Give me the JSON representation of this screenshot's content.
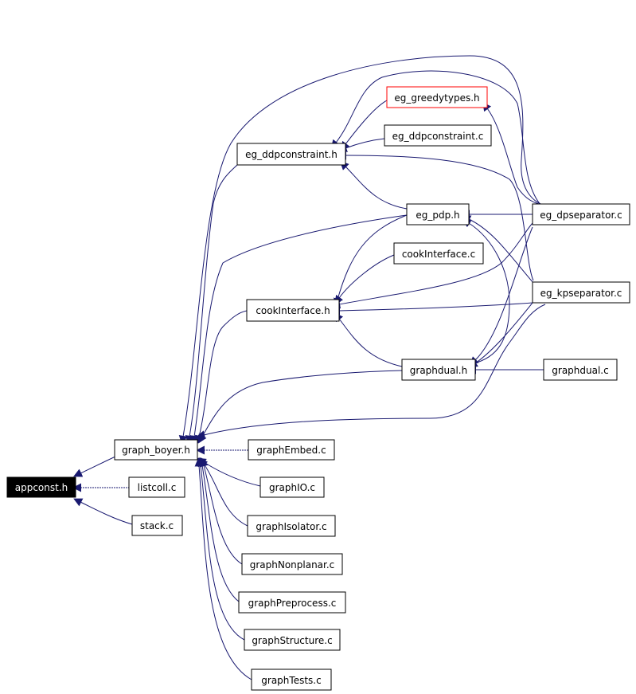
{
  "colors": {
    "edge": "#191970",
    "node_border": "#000000",
    "node_fill": "#ffffff",
    "root_fill": "#000000",
    "root_text": "#ffffff",
    "missing_border": "#ff0000"
  },
  "nodes": {
    "appconst_h": "appconst.h",
    "graph_boyer_h": "graph_boyer.h",
    "listcoll_c": "listcoll.c",
    "stack_c": "stack.c",
    "eg_ddpconstraint_h": "eg_ddpconstraint.h",
    "eg_greedytypes_h": "eg_greedytypes.h",
    "eg_ddpconstraint_c": "eg_ddpconstraint.c",
    "eg_pdp_h": "eg_pdp.h",
    "eg_dpseparator_c": "eg_dpseparator.c",
    "cookinterface_c": "cookInterface.c",
    "cookinterface_h": "cookInterface.h",
    "eg_kpseparator_c": "eg_kpseparator.c",
    "graphdual_h": "graphdual.h",
    "graphdual_c": "graphdual.c",
    "graphembed_c": "graphEmbed.c",
    "graphio_c": "graphIO.c",
    "graphisolator_c": "graphIsolator.c",
    "graphnonplanar_c": "graphNonplanar.c",
    "graphpreprocess_c": "graphPreprocess.c",
    "graphstructure_c": "graphStructure.c",
    "graphtests_c": "graphTests.c"
  }
}
